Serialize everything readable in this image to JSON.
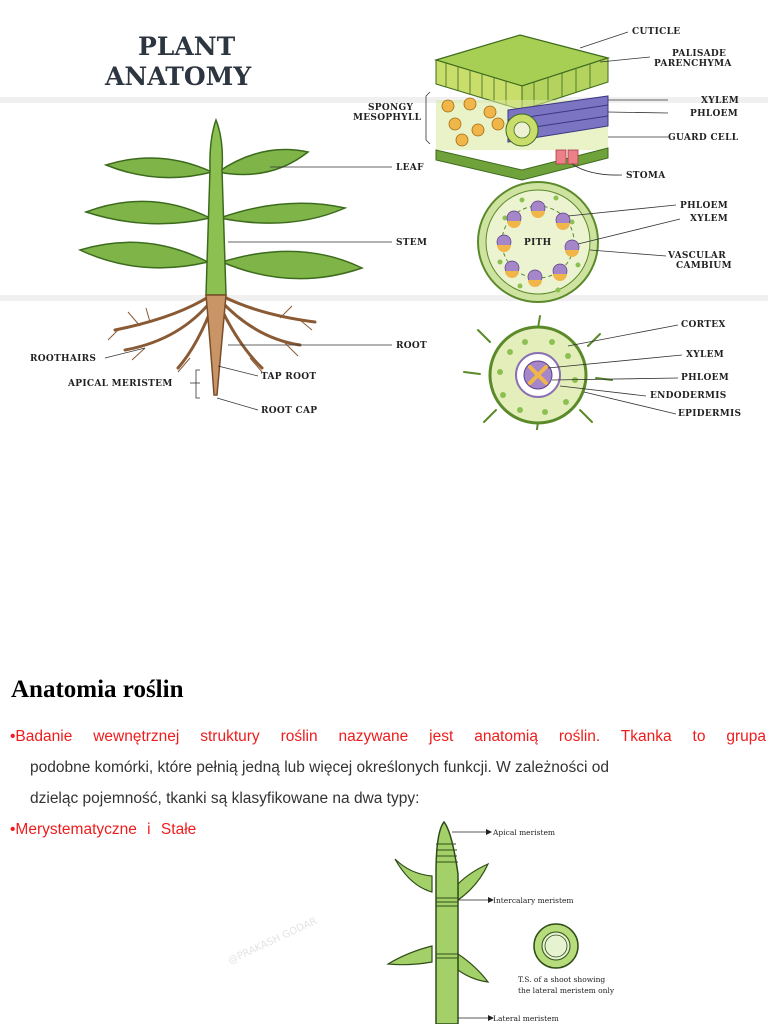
{
  "infographic": {
    "title_line1": "PLANT",
    "title_line2": "ANATOMY",
    "labels": {
      "cuticle": "CUTICLE",
      "palisade1": "PALISADE",
      "palisade2": "PARENCHYMA",
      "spongy1": "SPONGY",
      "spongy2": "MESOPHYLL",
      "xylem": "XYLEM",
      "phloem": "PHLOEM",
      "guard_cell": "GUARD CELL",
      "stoma": "STOMA",
      "leaf": "LEAF",
      "stem": "STEM",
      "root": "ROOT",
      "stem_phloem": "PHLOEM",
      "stem_xylem": "XYLEM",
      "pith": "PITH",
      "vascular1": "VASCULAR",
      "vascular2": "CAMBIUM",
      "cortex": "CORTEX",
      "root_xylem": "XYLEM",
      "root_phloem": "PHLOEM",
      "endodermis": "ENDODERMIS",
      "epidermis": "EPIDERMIS",
      "roothairs": "ROOTHAIRS",
      "apical_meristem": "APICAL MERISTEM",
      "tap_root": "TAP ROOT",
      "root_cap": "ROOT CAP"
    }
  },
  "slide": {
    "title": "Anatomia roślin",
    "para1_line1": "•Badanie wewnętrznej struktury roślin nazywane jest anatomią roślin. Tkanka to grupa",
    "para1_line2": "podobne komórki, które pełnią jedną lub więcej określonych funkcji. W zależności od",
    "para1_line3": "dzieląc pojemność, tkanki są klasyfikowane na dwa typy:",
    "para2": "•Merystematyczne i Stałe"
  },
  "meristem_diagram": {
    "apical": "Apical meristem",
    "intercalary": "Intercalary meristem",
    "ts_line1": "T.S. of a shoot showing",
    "ts_line2": "the lateral meristem only",
    "lateral": "Lateral meristem",
    "watermark": "@PRAKASH GODAR"
  }
}
